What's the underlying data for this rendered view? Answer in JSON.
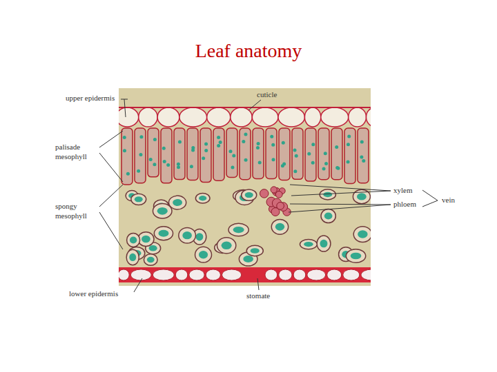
{
  "diagram": {
    "title": "Leaf anatomy",
    "labels": [
      "upper epidermis",
      "cuticle",
      "palisade mesophyll",
      "xylem",
      "phloem",
      "vein",
      "spongy mesophyll",
      "lower epidermis",
      "stomate"
    ]
  }
}
